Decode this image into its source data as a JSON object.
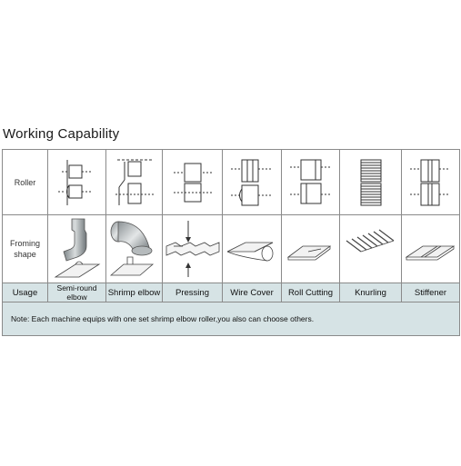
{
  "title": "Working Capability",
  "rows": {
    "roller": "Roller",
    "forming": "Froming shape",
    "usage": "Usage"
  },
  "usages": [
    "Semi-round elbow",
    "Shrimp elbow",
    "Pressing",
    "Wire Cover",
    "Roll Cutting",
    "Knurling",
    "Stiffener"
  ],
  "note": "Note: Each machine equips with one set shrimp elbow roller,you also can choose others."
}
